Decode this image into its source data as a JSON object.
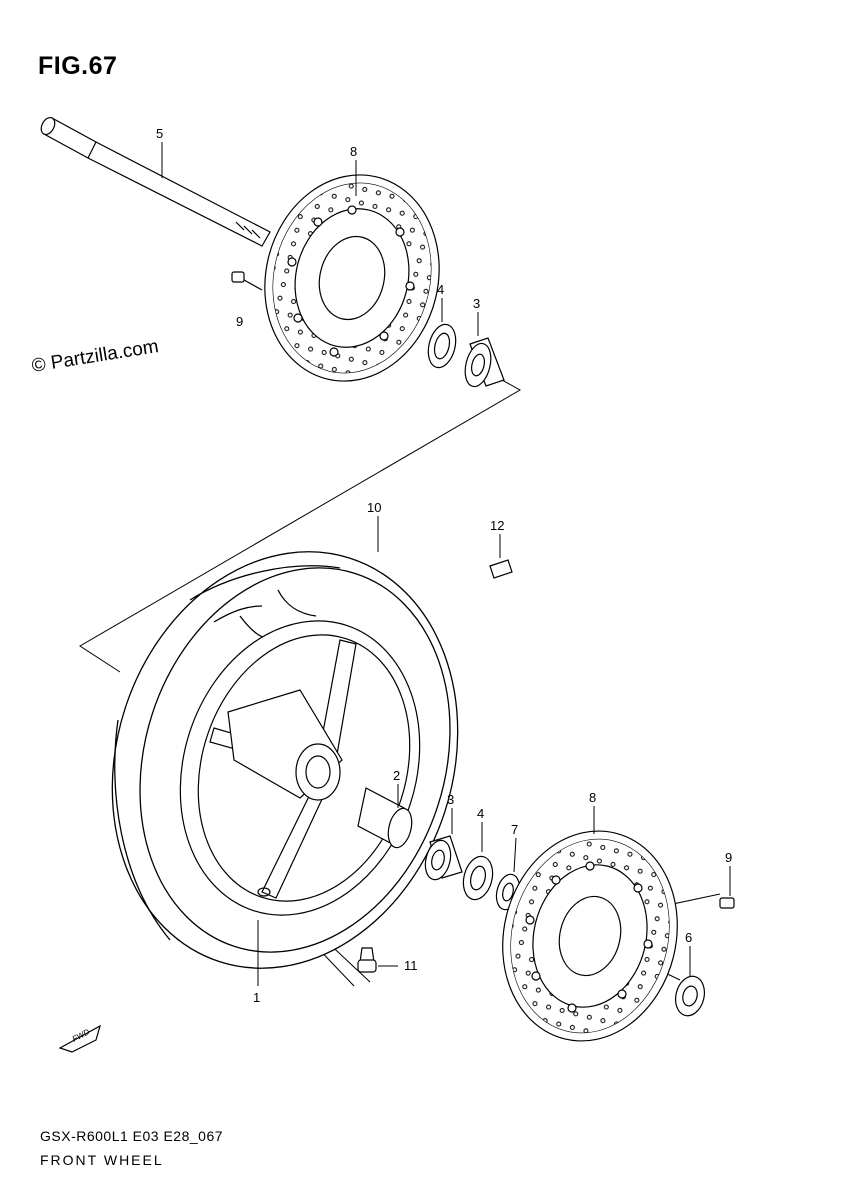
{
  "figure": {
    "title": "FIG.67",
    "watermark": "© Partzilla.com",
    "model_code": "GSX-R600L1 E03 E28_067",
    "caption": "FRONT WHEEL",
    "direction_tag": "FWD"
  },
  "callouts": [
    "5",
    "8",
    "9",
    "4",
    "3",
    "10",
    "12",
    "2",
    "3",
    "4",
    "7",
    "8",
    "9",
    "6",
    "11",
    "1"
  ]
}
